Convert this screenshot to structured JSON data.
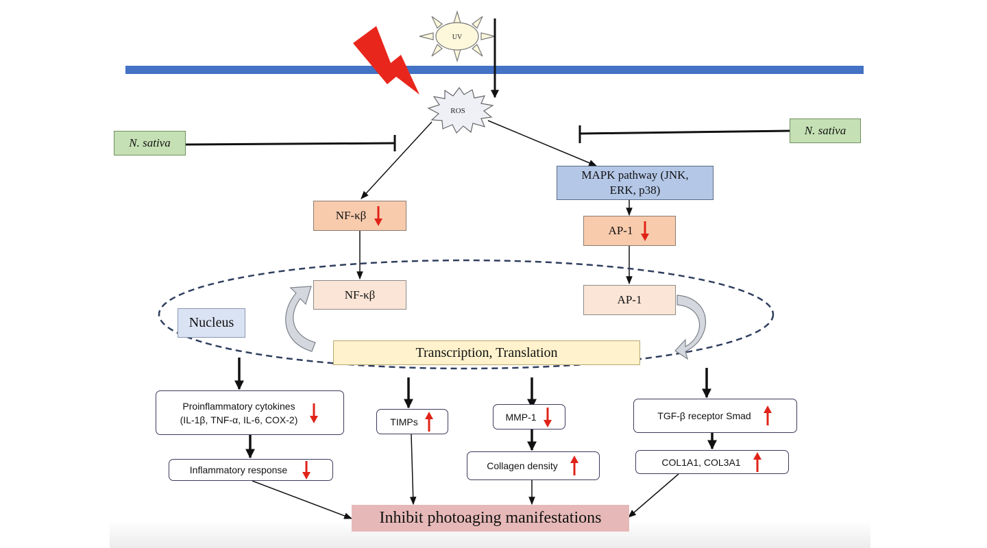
{
  "uv_label": "UV",
  "ros_label": "ROS",
  "inhibitor_left": "N. sativa",
  "inhibitor_right": "N. sativa",
  "mapk_line1": "MAPK pathway (JNK,",
  "mapk_line2": "ERK, p38)",
  "nfkb_cyto": "NF-κβ",
  "ap1_cyto": "AP-1",
  "nfkb_nucleus": "NF-κβ",
  "ap1_nucleus": "AP-1",
  "nucleus_label": "Nucleus",
  "transcription_label": "Transcription, Translation",
  "cytokines_line1": "Proinflammatory cytokines",
  "cytokines_line2": "(IL-1β, TNF-α, IL-6, COX-2)",
  "timps_label": "TIMPs",
  "mmp1_label": "MMP-1",
  "tgf_label": "TGF-β receptor Smad",
  "inflammatory_label": "Inflammatory response",
  "collagen_label": "Collagen density",
  "col_label": "COL1A1, COL3A1",
  "outcome_label": "Inhibit photoaging manifestations",
  "colors": {
    "membrane": "#4472c4",
    "bolt": "#e8261c",
    "indicator_arrow": "#e02318",
    "inhibitor_fill": "#c5e0b4",
    "ros_fill": "#eef0f6",
    "sun_fill": "#fdf8dc"
  },
  "indicators": {
    "nfkb_cyto": "down",
    "ap1_cyto": "down",
    "cytokines": "down",
    "timps": "up",
    "mmp1": "down",
    "tgf": "up",
    "inflammatory": "down",
    "collagen": "up",
    "col": "up"
  }
}
